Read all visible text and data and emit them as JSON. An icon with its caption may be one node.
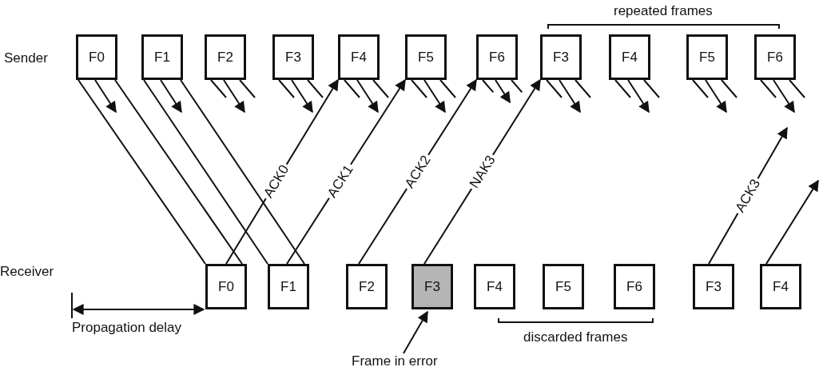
{
  "diagram": {
    "nodes": [
      {
        "text": [
          "F0"
        ]
      },
      {
        "text": [
          "F1"
        ]
      },
      {
        "text": [
          "F2"
        ]
      },
      {
        "text": [
          "F3"
        ]
      },
      {
        "text": [
          "F4"
        ]
      },
      {
        "text": [
          "F5"
        ]
      },
      {
        "text": [
          "F6"
        ]
      },
      {
        "text": [
          "F3"
        ]
      },
      {
        "text": [
          "F4"
        ]
      },
      {
        "text": [
          "F5"
        ]
      },
      {
        "text": [
          "F6"
        ]
      },
      {
        "text": [
          "F0"
        ]
      },
      {
        "text": [
          "F1"
        ]
      },
      {
        "text": [
          "F2"
        ]
      },
      {
        "text": [
          "F3"
        ]
      },
      {
        "text": [
          "F4"
        ]
      },
      {
        "text": [
          "F5"
        ]
      },
      {
        "text": [
          "F6"
        ]
      },
      {
        "text": [
          "F3"
        ]
      },
      {
        "text": [
          "F4"
        ]
      },
      {
        "text": [
          "Frame in error"
        ]
      }
    ],
    "edges": [
      {
        "from": 0,
        "to": 11,
        "arrow": "none"
      },
      {
        "from": 1,
        "to": 12,
        "arrow": "none"
      },
      {
        "from": 11,
        "to": 4,
        "arrow": "to",
        "label": "ACK0"
      },
      {
        "from": 12,
        "to": 5,
        "arrow": "to",
        "label": "ACK1"
      },
      {
        "from": 13,
        "to": 6,
        "arrow": "to",
        "label": "ACK2"
      },
      {
        "from": 14,
        "to": 7,
        "arrow": "to",
        "label": "NAK3"
      },
      {
        "from": 18,
        "to": null,
        "arrow": "to",
        "label": "ACK3"
      },
      {
        "from": 19,
        "to": null,
        "arrow": "to"
      },
      {
        "from": 20,
        "to": 14,
        "arrow": "to"
      }
    ],
    "labels": [
      "repeated frames",
      "Sender",
      "Receiver",
      "Propagation delay",
      "discarded frames"
    ]
  }
}
